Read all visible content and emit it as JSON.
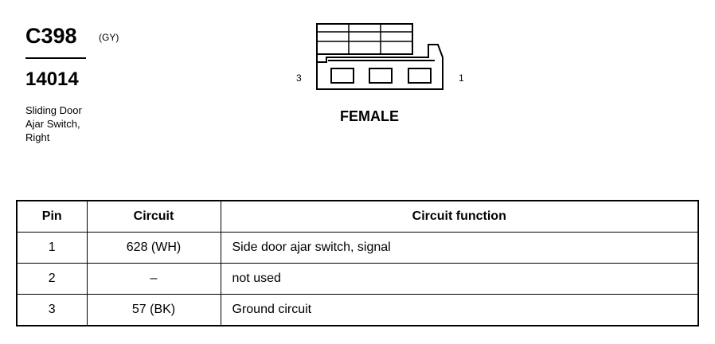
{
  "connector": {
    "id": "C398",
    "color_code": "(GY)",
    "part_number": "14014",
    "description_lines": [
      "Sliding Door",
      "Ajar Switch,",
      "Right"
    ],
    "gender": "FEMALE",
    "pin_label_left": "3",
    "pin_label_right": "1"
  },
  "table": {
    "headers": [
      "Pin",
      "Circuit",
      "Circuit function"
    ],
    "rows": [
      {
        "pin": "1",
        "circuit": "628 (WH)",
        "function": "Side door ajar switch, signal"
      },
      {
        "pin": "2",
        "circuit": "–",
        "function": "not used"
      },
      {
        "pin": "3",
        "circuit": "57 (BK)",
        "function": "Ground circuit"
      }
    ]
  }
}
